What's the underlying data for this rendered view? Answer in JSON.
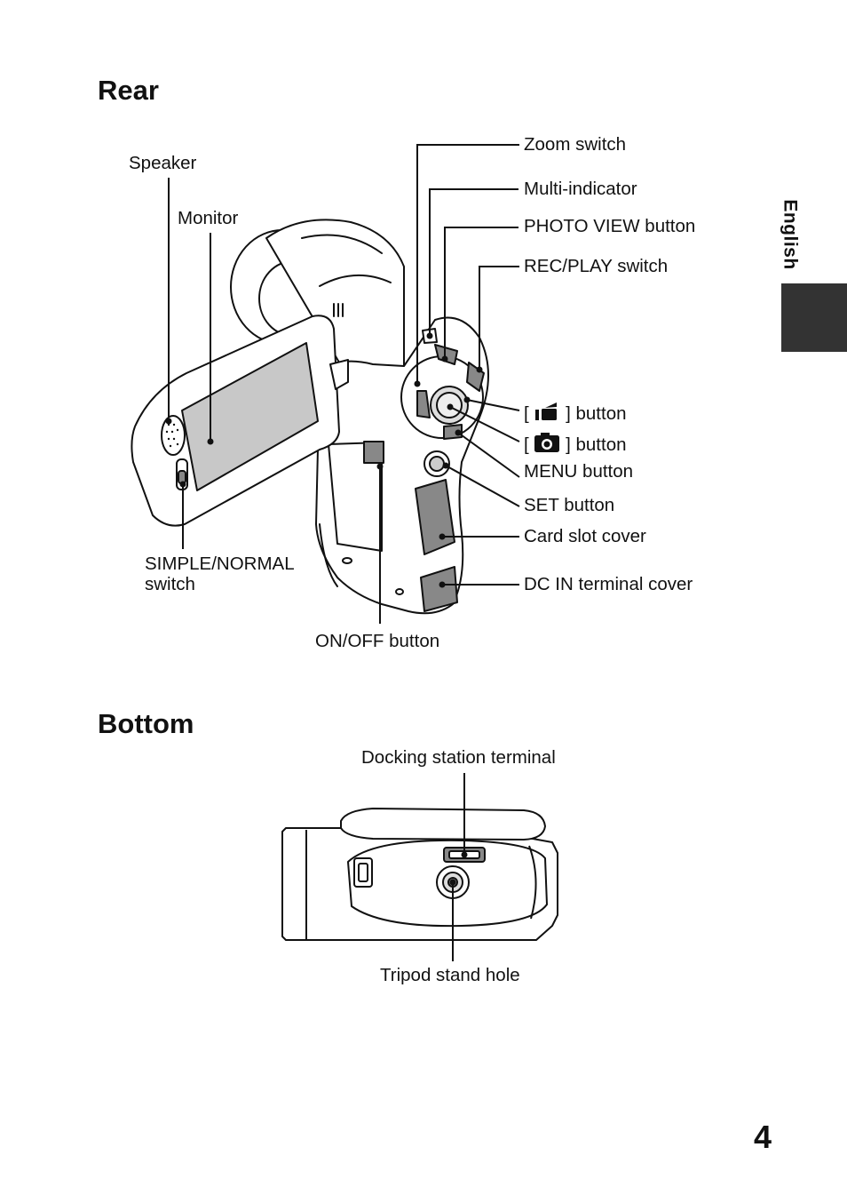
{
  "headings": {
    "rear": "Rear",
    "bottom": "Bottom"
  },
  "side_tab": {
    "label": "English",
    "color": "#333333"
  },
  "page_number": "4",
  "rear_labels": {
    "speaker": "Speaker",
    "monitor": "Monitor",
    "zoom_switch": "Zoom switch",
    "multi_indicator": "Multi-indicator",
    "photo_view_button": "PHOTO VIEW button",
    "rec_play_switch": "REC/PLAY switch",
    "video_button_open": "[",
    "video_button_close": "] button",
    "photo_button_open": "[",
    "photo_button_close": "] button",
    "menu_button": "MENU button",
    "set_button": "SET button",
    "card_slot_cover": "Card slot cover",
    "dc_in_cover": "DC IN terminal cover",
    "simple_normal_line1": "SIMPLE/NORMAL",
    "simple_normal_line2": "switch",
    "on_off_button": "ON/OFF button"
  },
  "bottom_labels": {
    "docking_terminal": "Docking station terminal",
    "tripod_hole": "Tripod stand hole"
  },
  "icons": {
    "video_button": "video-camera-icon",
    "photo_button": "still-camera-icon"
  }
}
